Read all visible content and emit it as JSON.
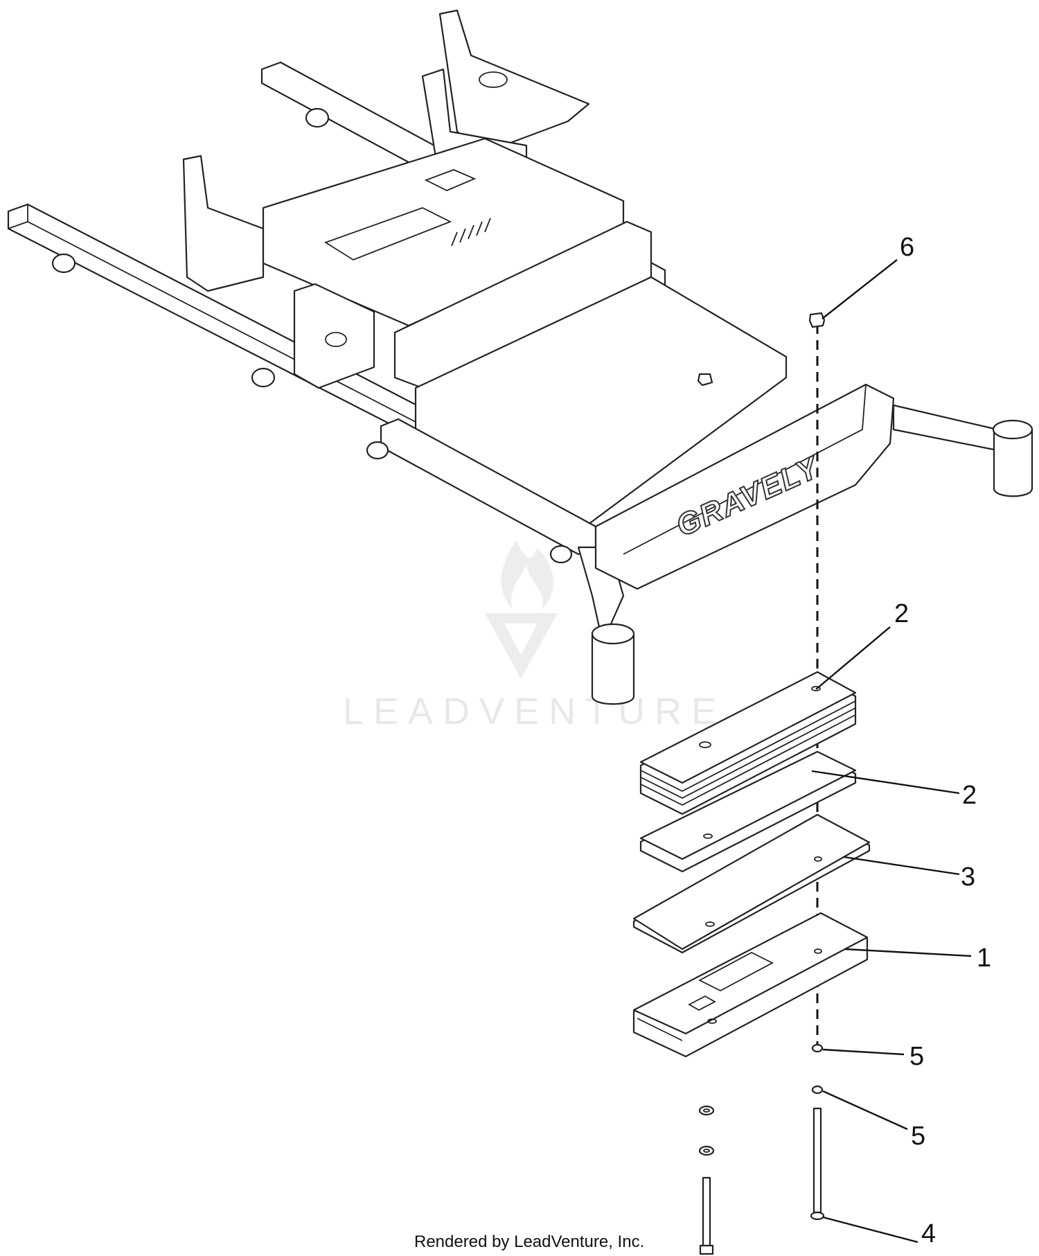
{
  "brand_lettering": "GRAVELY",
  "watermark": "LEADVENTURE",
  "footer": "Rendered by LeadVenture, Inc.",
  "callouts": [
    {
      "id": "c6",
      "text": "6"
    },
    {
      "id": "c2a",
      "text": "2"
    },
    {
      "id": "c2b",
      "text": "2"
    },
    {
      "id": "c3",
      "text": "3"
    },
    {
      "id": "c1",
      "text": "1"
    },
    {
      "id": "c5a",
      "text": "5"
    },
    {
      "id": "c5b",
      "text": "5"
    },
    {
      "id": "c4",
      "text": "4"
    }
  ]
}
